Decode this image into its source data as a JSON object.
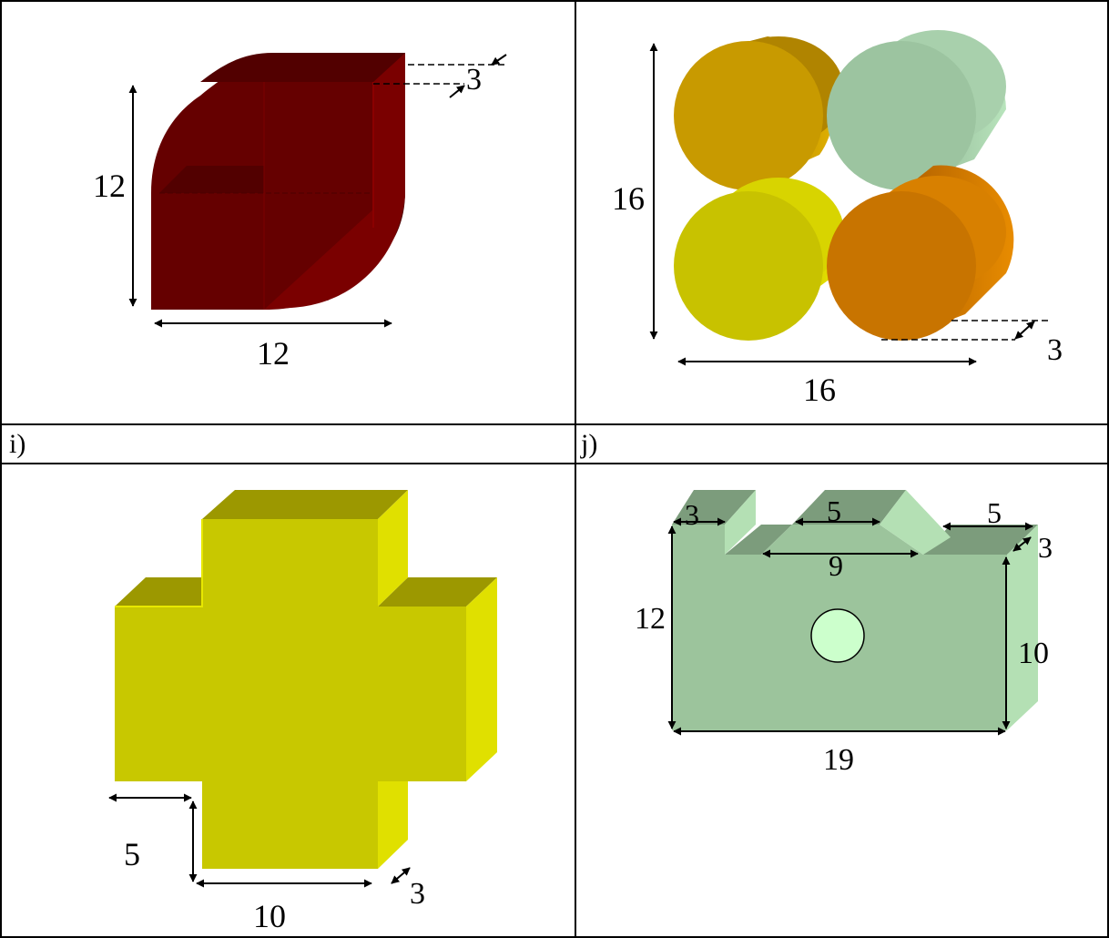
{
  "captions": {
    "cell_i": "i)",
    "cell_j": "j)"
  },
  "figure_top_left": {
    "height_label": "12",
    "width_label": "12",
    "depth_label": "3",
    "colors": {
      "front": "#650000",
      "side": "#7d0000",
      "top": "#4a0000"
    }
  },
  "figure_top_right": {
    "height_label": "16",
    "width_label": "16",
    "depth_label": "3",
    "colors": {
      "top_left": "#c89a00",
      "top_right": "#9cc4a0",
      "bottom_left": "#c8c200",
      "bottom_right": "#c87400"
    }
  },
  "figure_i": {
    "arm_label": "5",
    "base_label": "10",
    "depth_label": "3",
    "colors": {
      "front": "#c8c800",
      "side": "#e0e000",
      "top": "#9c9800"
    }
  },
  "figure_j": {
    "notch_left_label": "3",
    "notch_middle_label": "5",
    "notch_right_label": "5",
    "gap_label": "9",
    "height_left_label": "12",
    "height_right_label": "10",
    "width_label": "19",
    "depth_label": "3",
    "colors": {
      "front": "#9cc49c",
      "side": "#b4e0b4",
      "top": "#7c9c7c",
      "hole": "#ccffcc"
    }
  }
}
